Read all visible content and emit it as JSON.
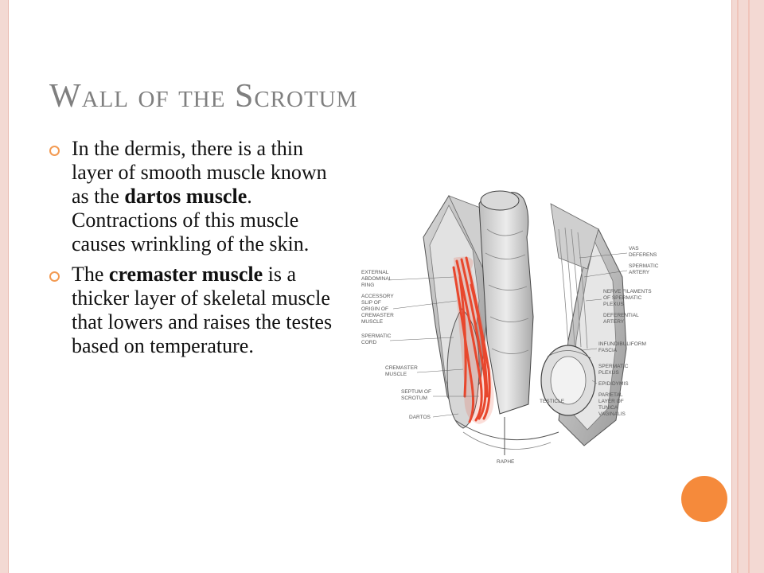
{
  "slide": {
    "title": "Wall of the Scrotum",
    "bullets": [
      {
        "before": "In the dermis, there is a thin layer of smooth muscle known as the ",
        "bold": "dartos muscle",
        "after": ". Contractions of this muscle causes wrinkling of the skin."
      },
      {
        "before": "The ",
        "bold": "cremaster muscle",
        "after": " is a thicker layer of skeletal muscle that lowers and raises the testes based on temperature."
      }
    ]
  },
  "figure": {
    "labels_left": [
      "EXTERNAL",
      "ABDOMINAL",
      "RING",
      "ACCESSORY",
      "SLIP OF",
      "ORIGIN OF",
      "CREMASTER",
      "MUSCLE",
      "SPERMATIC",
      "CORD",
      "CREMASTER",
      "MUSCLE",
      "SEPTUM OF",
      "SCROTUM",
      "DARTOS"
    ],
    "labels_right": [
      "VAS",
      "DEFERENS",
      "SPERMATIC",
      "ARTERY",
      "NERVE FILAMENTS",
      "OF SPERMATIC",
      "PLEXUS",
      "DEFERENTIAL",
      "ARTERY",
      "INFUNDIBULIFORM",
      "FASCIA",
      "SPERMATIC",
      "PLEXUS",
      "EPIDIDYMIS",
      "PARIETAL",
      "LAYER OF",
      "TUNICA",
      "VAGINALIS"
    ],
    "label_bottom": "RAPHE",
    "label_testicle": "TESTICLE"
  },
  "colors": {
    "title": "#7f7f7f",
    "bullet_mark": "#f39a52",
    "muscle_highlight": "#e8472e",
    "accent_circle": "#f58a3b",
    "border": "#f3d9d3"
  }
}
